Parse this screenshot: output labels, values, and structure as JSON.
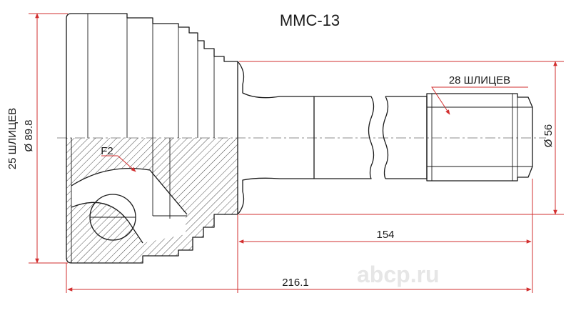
{
  "title": "MMC-13",
  "dimensions": {
    "inner_splines": "25 ШЛИЦЕВ",
    "outer_diameter": "Ø 89.8",
    "outer_splines": "28 ШЛИЦЕВ",
    "shaft_diameter": "Ø 56",
    "shaft_length": "154",
    "total_length": "216.1",
    "thread_label": "F2"
  },
  "watermark": "abcp.ru",
  "colors": {
    "dimension": "#d22f2f",
    "outline": "#1a1a1a",
    "watermark": "#e6e6e6"
  }
}
